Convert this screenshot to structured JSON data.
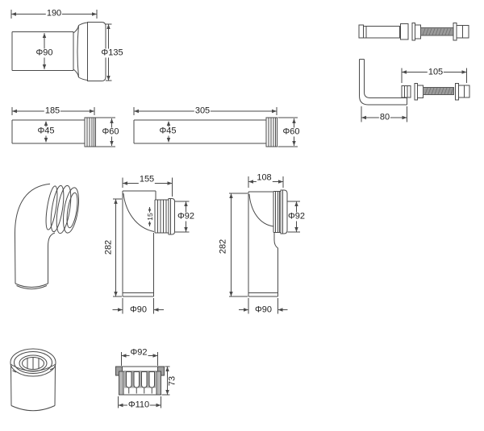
{
  "colors": {
    "line": "#4a4a4a",
    "text": "#1f1f1f",
    "rod_fill": "#9a9a9a",
    "background": "#ffffff"
  },
  "parts": {
    "pan_connector": {
      "length": "190",
      "body_dia": "Φ90",
      "flange_dia": "Φ135"
    },
    "extension_pipe_short": {
      "length": "185",
      "body_dia": "Φ45",
      "socket_dia": "Φ60"
    },
    "extension_pipe_long": {
      "length": "305",
      "body_dia": "Φ45",
      "socket_dia": "Φ60"
    },
    "elbow_long": {
      "width": "155",
      "height": "282",
      "socket_dia": "Φ92",
      "outlet_dia": "Φ90",
      "socket_depth": "15"
    },
    "elbow_short": {
      "width": "108",
      "height": "282",
      "socket_dia": "Φ92",
      "outlet_dia": "Φ90"
    },
    "seal_insert": {
      "top_dia": "Φ92",
      "height": "73",
      "bottom_dia": "Φ110"
    },
    "fixing_kit": {
      "bolt_length": "105",
      "bracket_width": "80"
    }
  }
}
